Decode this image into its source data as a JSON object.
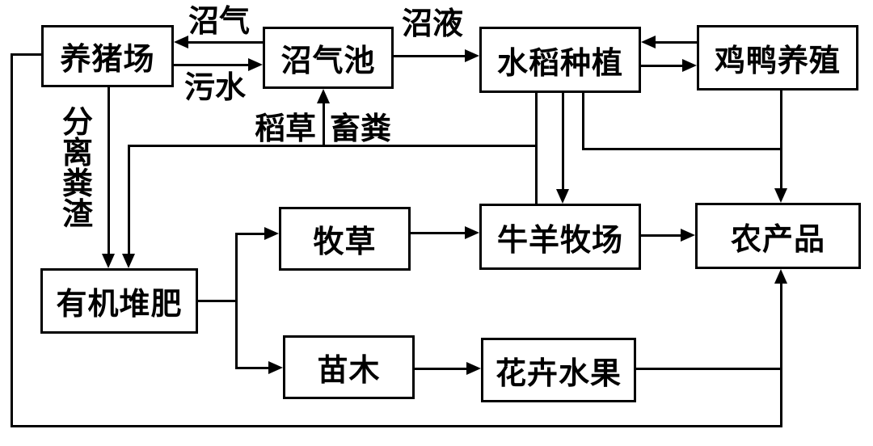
{
  "diagram": {
    "type": "flowchart",
    "subject": "ecological circular agriculture system",
    "background_color": "#ffffff",
    "line_color": "#000000",
    "text_color": "#000000",
    "nodes": {
      "pig_farm": {
        "label": "养猪场"
      },
      "biogas_digester": {
        "label": "沼气池"
      },
      "rice_planting": {
        "label": "水稻种植"
      },
      "poultry_farming": {
        "label": "鸡鸭养殖"
      },
      "organic_compost": {
        "label": "有机堆肥"
      },
      "pasture_grass": {
        "label": "牧草"
      },
      "cattle_sheep_ranch": {
        "label": "牛羊牧场"
      },
      "farm_products": {
        "label": "农产品"
      },
      "seedlings": {
        "label": "苗木"
      },
      "flowers_fruits": {
        "label": "花卉水果"
      }
    },
    "edge_labels": {
      "biogas": "沼气",
      "sewage": "污水",
      "biogas_slurry": "沼液",
      "separated_manure_residue": "分离粪渣",
      "rice_straw": "稻草",
      "livestock_manure": "畜粪"
    },
    "edges": [
      {
        "from": "沼气池",
        "to": "养猪场",
        "label": "沼气"
      },
      {
        "from": "养猪场",
        "to": "沼气池",
        "label": "污水"
      },
      {
        "from": "沼气池",
        "to": "水稻种植",
        "label": "沼液"
      },
      {
        "from": "鸡鸭养殖",
        "to": "水稻种植",
        "label": ""
      },
      {
        "from": "水稻种植",
        "to": "鸡鸭养殖",
        "label": ""
      },
      {
        "from": "养猪场",
        "to": "有机堆肥",
        "label": "分离粪渣"
      },
      {
        "from": "水稻种植",
        "to": "有机堆肥",
        "label": "稻草"
      },
      {
        "from": "水稻种植",
        "to": "沼气池",
        "label": "稻草 畜粪"
      },
      {
        "from": "水稻种植",
        "to": "牛羊牧场",
        "label": ""
      },
      {
        "from": "水稻种植",
        "to": "农产品",
        "label": ""
      },
      {
        "from": "鸡鸭养殖",
        "to": "农产品",
        "label": ""
      },
      {
        "from": "有机堆肥",
        "to": "牧草",
        "label": ""
      },
      {
        "from": "有机堆肥",
        "to": "苗木",
        "label": ""
      },
      {
        "from": "牧草",
        "to": "牛羊牧场",
        "label": ""
      },
      {
        "from": "牛羊牧场",
        "to": "农产品",
        "label": ""
      },
      {
        "from": "苗木",
        "to": "花卉水果",
        "label": ""
      },
      {
        "from": "花卉水果",
        "to": "农产品",
        "label": ""
      },
      {
        "from": "养猪场",
        "to": "农产品",
        "label": ""
      }
    ]
  }
}
